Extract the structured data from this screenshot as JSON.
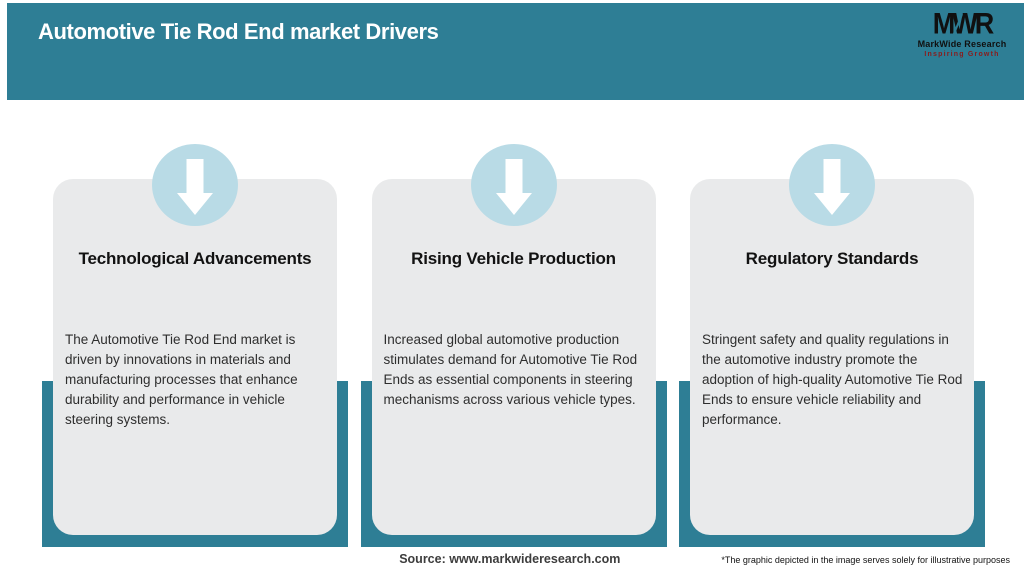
{
  "header": {
    "title": "Automotive Tie Rod End market Drivers",
    "logo": {
      "acronym": "MWR",
      "name": "MarkWide Research",
      "tagline": "Inspiring Growth"
    }
  },
  "cards": [
    {
      "title": "Technological Advancements",
      "icon": "down-arrow-circle",
      "body": "The Automotive Tie Rod End market is driven by innovations in materials and manufacturing processes that enhance durability and performance in vehicle steering systems."
    },
    {
      "title": "Rising Vehicle Production",
      "icon": "down-arrow-circle",
      "body": "Increased global automotive production stimulates demand for Automotive Tie Rod Ends as essential components in steering mechanisms across various vehicle types."
    },
    {
      "title": "Regulatory Standards",
      "icon": "down-arrow-circle",
      "body": "Stringent safety and quality regulations in the automotive industry promote the adoption of high-quality Automotive Tie Rod Ends to ensure vehicle reliability and performance."
    }
  ],
  "footer": {
    "source": "Source: www.markwideresearch.com",
    "disclaimer": "*The graphic depicted in the image serves solely for illustrative purposes"
  },
  "colors": {
    "teal": "#2e7e95",
    "pageBg": "#ffffff",
    "headerText": "#ffffff",
    "cardBg": "#e9eaeb",
    "circleBlue": "#b9dbe6",
    "arrowWhite": "#ffffff",
    "titleText": "#121212",
    "bodyText": "#2e2e2e",
    "sourceText": "#3d3d3d",
    "logoBlack": "#101010",
    "taglineRed": "#8a1c1c"
  }
}
